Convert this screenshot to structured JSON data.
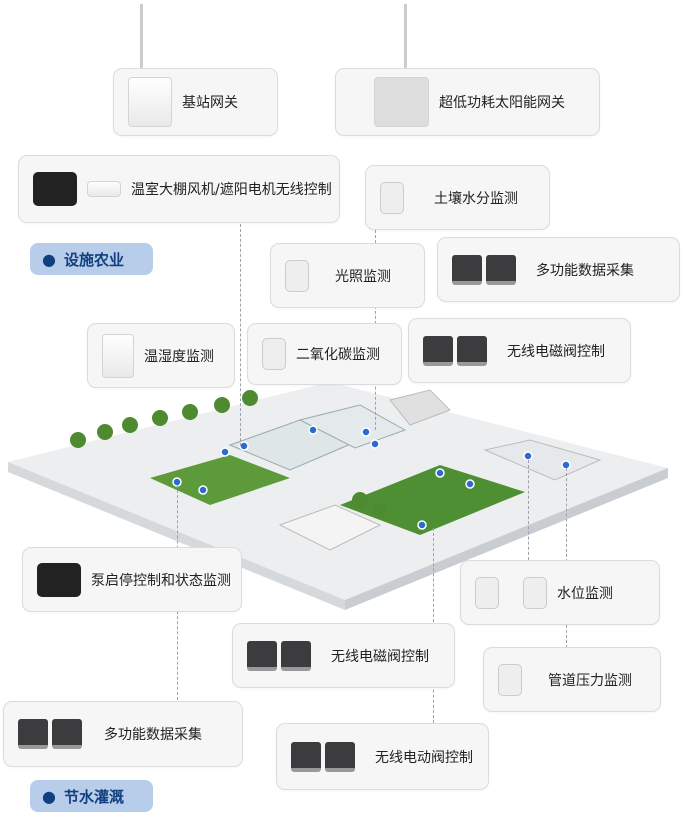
{
  "sections": {
    "facility": "设施农业",
    "irrigation": "节水灌溉"
  },
  "cards": [
    {
      "id": "base-station-gateway",
      "label": "基站网关"
    },
    {
      "id": "solar-gateway",
      "label": "超低功耗太阳能网关"
    },
    {
      "id": "greenhouse-fan-control",
      "label": "温室大棚风机/遮阳电机无线控制"
    },
    {
      "id": "soil-moisture",
      "label": "土壤水分监测"
    },
    {
      "id": "light",
      "label": "光照监测"
    },
    {
      "id": "multi-data-top",
      "label": "多功能数据采集"
    },
    {
      "id": "temp-humidity",
      "label": "温湿度监测"
    },
    {
      "id": "co2",
      "label": "二氧化碳监测"
    },
    {
      "id": "solenoid-top",
      "label": "无线电磁阀控制"
    },
    {
      "id": "pump",
      "label": "泵启停控制和状态监测"
    },
    {
      "id": "water-level",
      "label": "水位监测"
    },
    {
      "id": "solenoid-bottom",
      "label": "无线电磁阀控制"
    },
    {
      "id": "pipe-pressure",
      "label": "管道压力监测"
    },
    {
      "id": "multi-data-bottom",
      "label": "多功能数据采集"
    },
    {
      "id": "electric-valve",
      "label": "无线电动阀控制"
    }
  ],
  "colors": {
    "accent": "#1a4f9c",
    "tag_bg": "#b7cde9",
    "dot": "#2a6ad1"
  }
}
